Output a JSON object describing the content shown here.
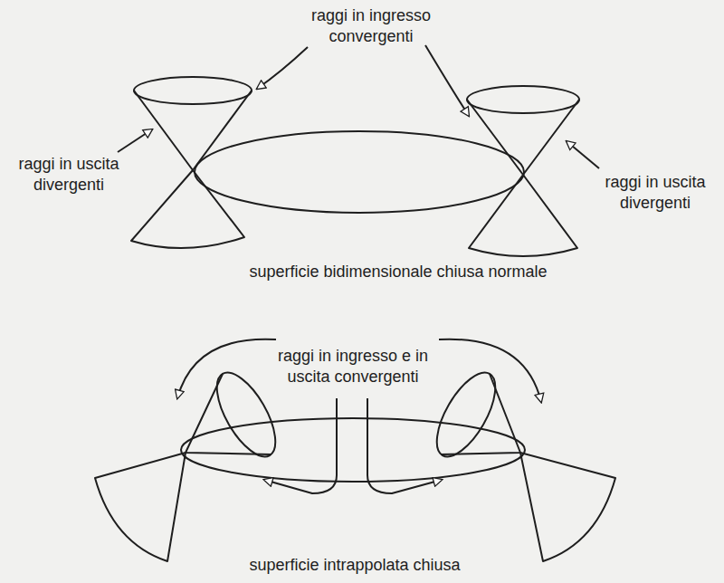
{
  "diagram": {
    "labels": [
      "raggi in ingresso convergenti",
      "raggi in uscita divergenti",
      "raggi in uscita divergenti",
      "superficie bidimensionale chiusa normale",
      "raggi in ingresso e in uscita convergenti",
      "superficie intrappolata chiusa"
    ]
  }
}
